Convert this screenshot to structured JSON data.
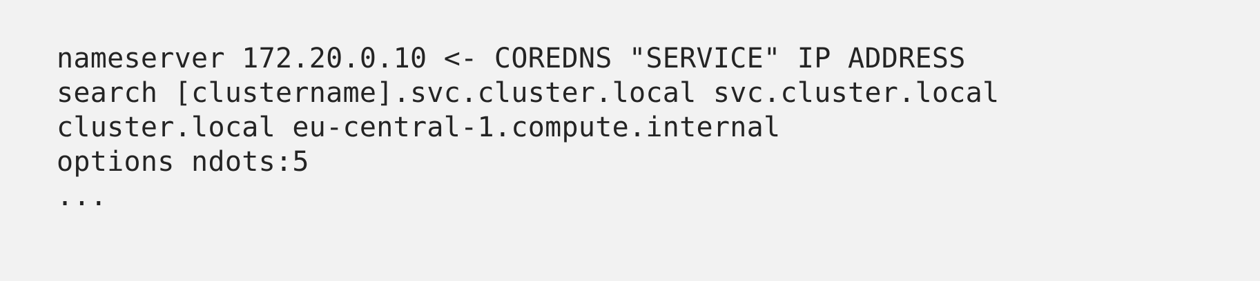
{
  "code": {
    "lines": [
      "nameserver 172.20.0.10 <- COREDNS \"SERVICE\" IP ADDRESS",
      "search [clustername].svc.cluster.local svc.cluster.local",
      "cluster.local eu-central-1.compute.internal",
      "options ndots:5",
      "..."
    ]
  },
  "colors": {
    "background": "#f2f2f2",
    "text": "#242424"
  }
}
